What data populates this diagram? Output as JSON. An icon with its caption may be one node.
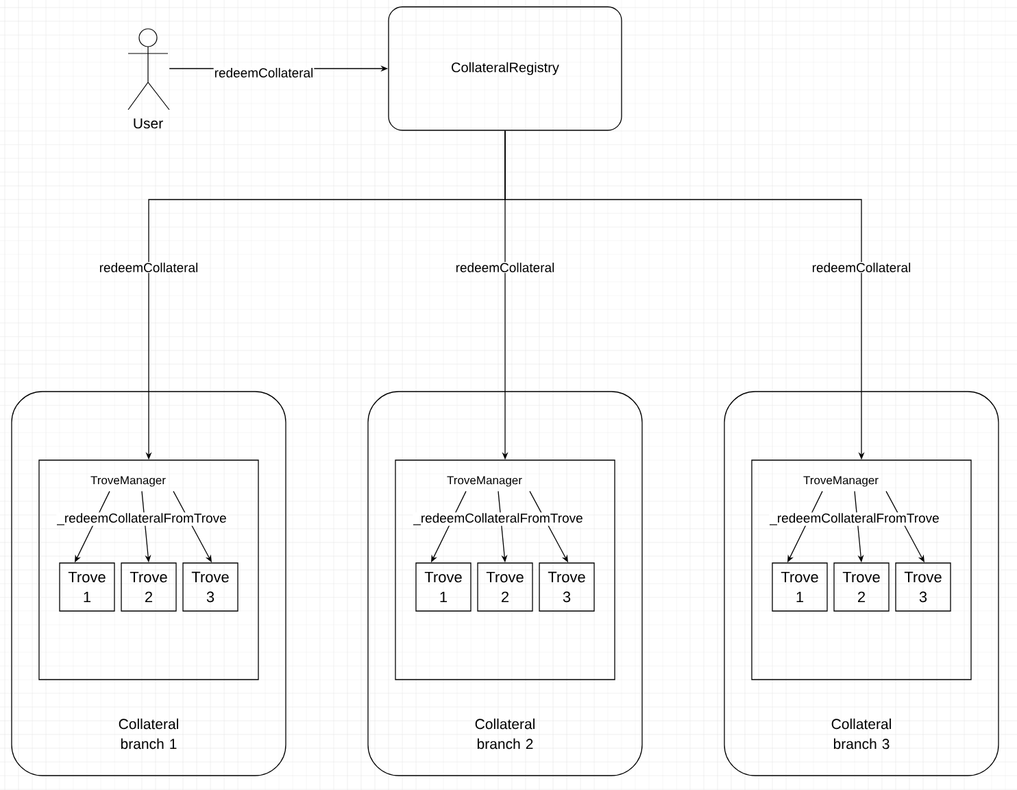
{
  "diagram": {
    "nodes": [
      {
        "text": [
          "User"
        ]
      },
      {
        "text": [
          "CollateralRegistry"
        ]
      },
      {
        "text": [
          "Collateral branch 1"
        ]
      },
      {
        "text": [
          "TroveManager"
        ],
        "in": 2
      },
      {
        "text": [
          "Trove 1"
        ],
        "in": 3
      },
      {
        "text": [
          "Trove 2"
        ],
        "in": 3
      },
      {
        "text": [
          "Trove 3"
        ],
        "in": 3
      },
      {
        "text": [
          "Collateral branch 2"
        ]
      },
      {
        "text": [
          "TroveManager"
        ],
        "in": 7
      },
      {
        "text": [
          "Trove 1"
        ],
        "in": 8
      },
      {
        "text": [
          "Trove 2"
        ],
        "in": 8
      },
      {
        "text": [
          "Trove 3"
        ],
        "in": 8
      },
      {
        "text": [
          "Collateral branch 3"
        ]
      },
      {
        "text": [
          "TroveManager"
        ],
        "in": 12
      },
      {
        "text": [
          "Trove 1"
        ],
        "in": 13
      },
      {
        "text": [
          "Trove 2"
        ],
        "in": 13
      },
      {
        "text": [
          "Trove 3"
        ],
        "in": 13
      }
    ],
    "edges": [
      {
        "from": 0,
        "to": 1,
        "arrow": "to",
        "label": "redeemCollateral"
      },
      {
        "from": 1,
        "to": 3,
        "arrow": "to",
        "label": "redeemCollateral"
      },
      {
        "from": 1,
        "to": 8,
        "arrow": "to",
        "label": "redeemCollateral"
      },
      {
        "from": 1,
        "to": 13,
        "arrow": "to",
        "label": "redeemCollateral"
      },
      {
        "from": 3,
        "to": 4,
        "arrow": "to"
      },
      {
        "from": 3,
        "to": 5,
        "arrow": "to",
        "label": "_redeemCollateralFromTrove"
      },
      {
        "from": 3,
        "to": 6,
        "arrow": "to"
      },
      {
        "from": 8,
        "to": 9,
        "arrow": "to"
      },
      {
        "from": 8,
        "to": 10,
        "arrow": "to",
        "label": "_redeemCollateralFromTrove"
      },
      {
        "from": 8,
        "to": 11,
        "arrow": "to"
      },
      {
        "from": 13,
        "to": 14,
        "arrow": "to"
      },
      {
        "from": 13,
        "to": 15,
        "arrow": "to",
        "label": "_redeemCollateralFromTrove"
      },
      {
        "from": 13,
        "to": 16,
        "arrow": "to"
      }
    ]
  }
}
